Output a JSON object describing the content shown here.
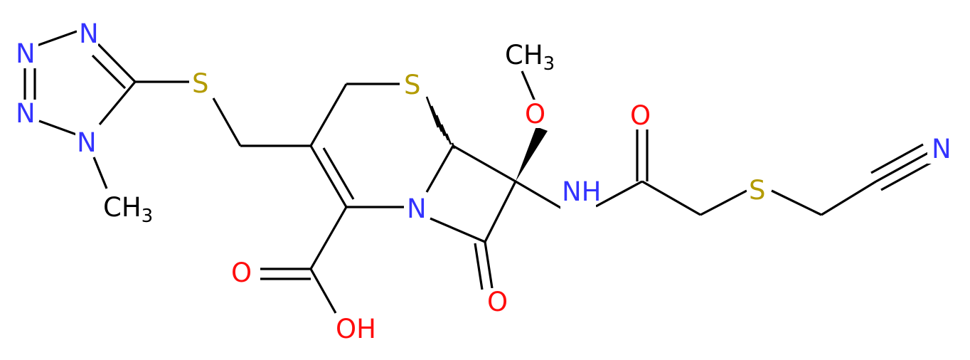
{
  "molecule": {
    "colors": {
      "bond": "#000000",
      "nitrogen": "#3333ff",
      "oxygen": "#ff0d0d",
      "sulfur": "#b39b00",
      "carbon_label": "#000000"
    },
    "atoms": {
      "tetrazole_n_top": "N",
      "tetrazole_n_upper_left": "N",
      "tetrazole_n_lower_left": "N",
      "tetrazole_n_methyl": "N",
      "tetrazole_methyl": "CH",
      "tetrazole_methyl_sub": "3",
      "thioether_s_left": "S",
      "ring_s": "S",
      "methoxy_o": "O",
      "methoxy_ch3": "CH",
      "methoxy_ch3_sub": "3",
      "amide_nh": "NH",
      "amide_o": "O",
      "thioether_s_right": "S",
      "nitrile_n": "N",
      "ring_n": "N",
      "lactam_o": "O",
      "acid_o": "O",
      "acid_oh": "OH"
    }
  }
}
